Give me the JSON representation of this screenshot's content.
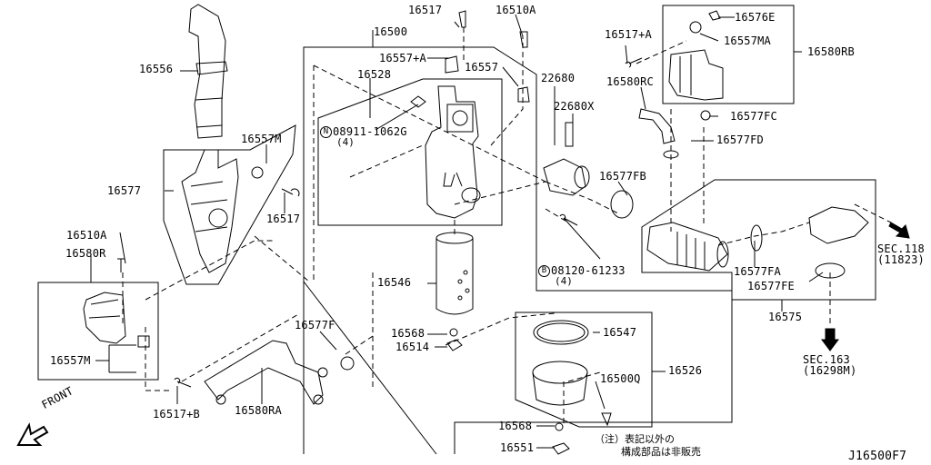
{
  "diagram": {
    "title_code": "J16500F7",
    "front_label": "FRONT",
    "note_line1": "（注）表記以外の",
    "note_line2": "構成部品は非販売",
    "references": [
      {
        "id": "sec118",
        "line1": "SEC.118",
        "line2": "(11823)"
      },
      {
        "id": "sec163",
        "line1": "SEC.163",
        "line2": "(16298M)"
      }
    ],
    "special_parts": [
      {
        "id": "nut",
        "symbol": "N",
        "part": "08911-1062G",
        "qty": "(4)"
      },
      {
        "id": "bolt",
        "symbol": "B",
        "part": "08120-61233",
        "qty": "(4)"
      }
    ],
    "parts": {
      "p16556": "16556",
      "p16557M_top": "16557M",
      "p16577": "16577",
      "p16517_left": "16517",
      "p16510A_left": "16510A",
      "p16580R": "16580R",
      "p16557M_bottom": "16557M",
      "p16517B": "16517+B",
      "p16580RA": "16580RA",
      "p16577F": "16577F",
      "p16517_top": "16517",
      "p16510A_top": "16510A",
      "p16500": "16500",
      "p16557A": "16557+A",
      "p16557": "16557",
      "p16528": "16528",
      "p22680": "22680",
      "p22680X": "22680X",
      "p16546": "16546",
      "p16568_a": "16568",
      "p16514": "16514",
      "p16547": "16547",
      "p16526": "16526",
      "p16500Q": "16500Q",
      "p16568_b": "16568",
      "p16551": "16551",
      "p16517A": "16517+A",
      "p16576E": "16576E",
      "p16557MA": "16557MA",
      "p16580RB": "16580RB",
      "p16580RC": "16580RC",
      "p16577FC": "16577FC",
      "p16577FD": "16577FD",
      "p16577FB": "16577FB",
      "p16577FA": "16577FA",
      "p16577FE": "16577FE",
      "p16575": "16575"
    }
  }
}
